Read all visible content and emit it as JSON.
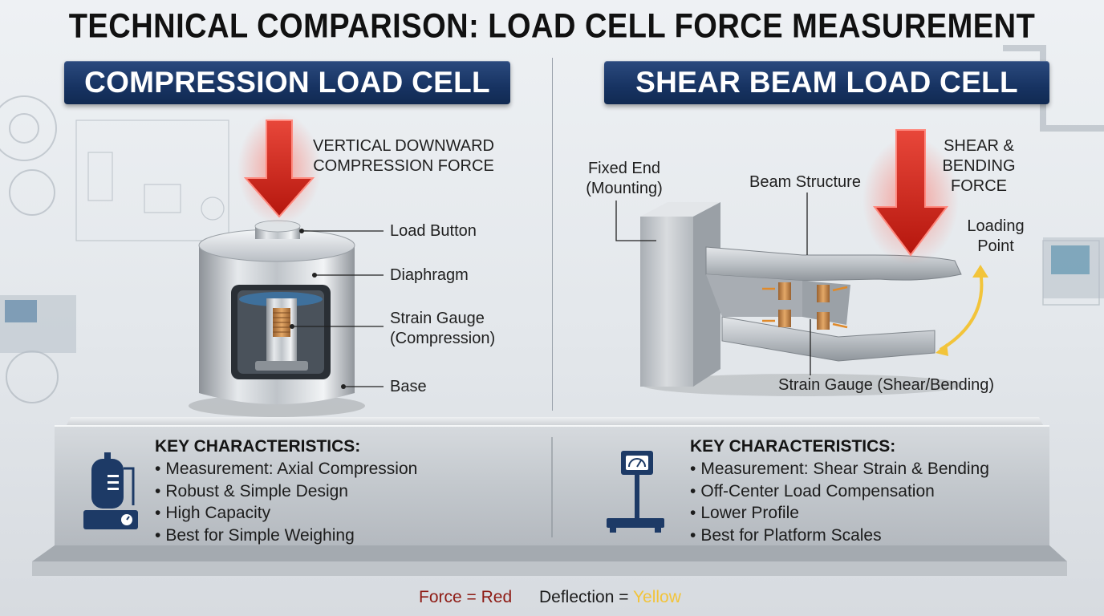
{
  "title": "TECHNICAL COMPARISON: LOAD CELL FORCE MEASUREMENT",
  "left": {
    "header": "COMPRESSION LOAD CELL",
    "force_label": [
      "VERTICAL DOWNWARD",
      "COMPRESSION FORCE"
    ],
    "labels": {
      "load_button": "Load Button",
      "diaphragm": "Diaphragm",
      "strain_gauge": [
        "Strain Gauge",
        "(Compression)"
      ],
      "base": "Base"
    },
    "characteristics_title": "KEY CHARACTERISTICS:",
    "characteristics": [
      "Measurement: Axial Compression",
      "Robust & Simple Design",
      "High Capacity",
      "Best for Simple Weighing"
    ]
  },
  "right": {
    "header": "SHEAR BEAM LOAD CELL",
    "force_label": [
      "SHEAR &",
      "BENDING",
      "FORCE"
    ],
    "labels": {
      "fixed_end": [
        "Fixed End",
        "(Mounting)"
      ],
      "beam_structure": "Beam Structure",
      "loading_point": [
        "Loading",
        "Point"
      ],
      "strain_gauge": "Strain Gauge (Shear/Bending)"
    },
    "characteristics_title": "KEY CHARACTERISTICS:",
    "characteristics": [
      "Measurement: Shear Strain & Bending",
      "Off-Center Load Compensation",
      "Lower Profile",
      "Best for Platform Scales"
    ]
  },
  "legend": {
    "force_text": "Force = ",
    "force_color_word": "Red",
    "deflection_text": "Deflection = ",
    "deflection_color_word": "Yellow"
  },
  "colors": {
    "force": "#d42a1e",
    "deflection": "#f2c43a",
    "banner": "#173362",
    "force_legend_text": "#8e1b14"
  },
  "icons": {
    "left_characteristics": "tank-scale-icon",
    "right_characteristics": "platform-scale-icon"
  }
}
